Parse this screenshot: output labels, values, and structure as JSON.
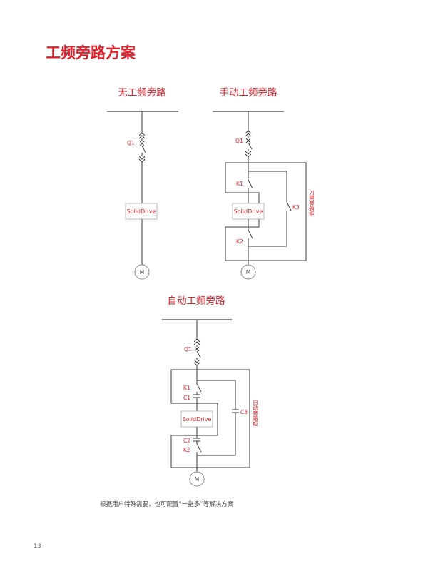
{
  "page_title": "工频旁路方案",
  "diagrams": {
    "no_bypass": {
      "title": "无工频旁路",
      "q1": "Q1",
      "drive": "SolidDrive",
      "motor": "M"
    },
    "manual_bypass": {
      "title": "手动工频旁路",
      "q1": "Q1",
      "k1": "K1",
      "k2": "K2",
      "k3": "K3",
      "drive": "SolidDrive",
      "motor": "M",
      "cabinet": "刀闸旁路柜"
    },
    "auto_bypass": {
      "title": "自动工频旁路",
      "q1": "Q1",
      "k1": "K1",
      "c1": "C1",
      "c2": "C2",
      "c3": "C3",
      "k2": "K2",
      "drive": "SolidDrive",
      "motor": "M",
      "cabinet": "自动旁路柜"
    }
  },
  "caption": "根据用户特殊需要，也可配置“一拖多”等解决方案",
  "page_number": "13",
  "colors": {
    "accent": "#e0202a",
    "line": "#3a3a3a"
  }
}
